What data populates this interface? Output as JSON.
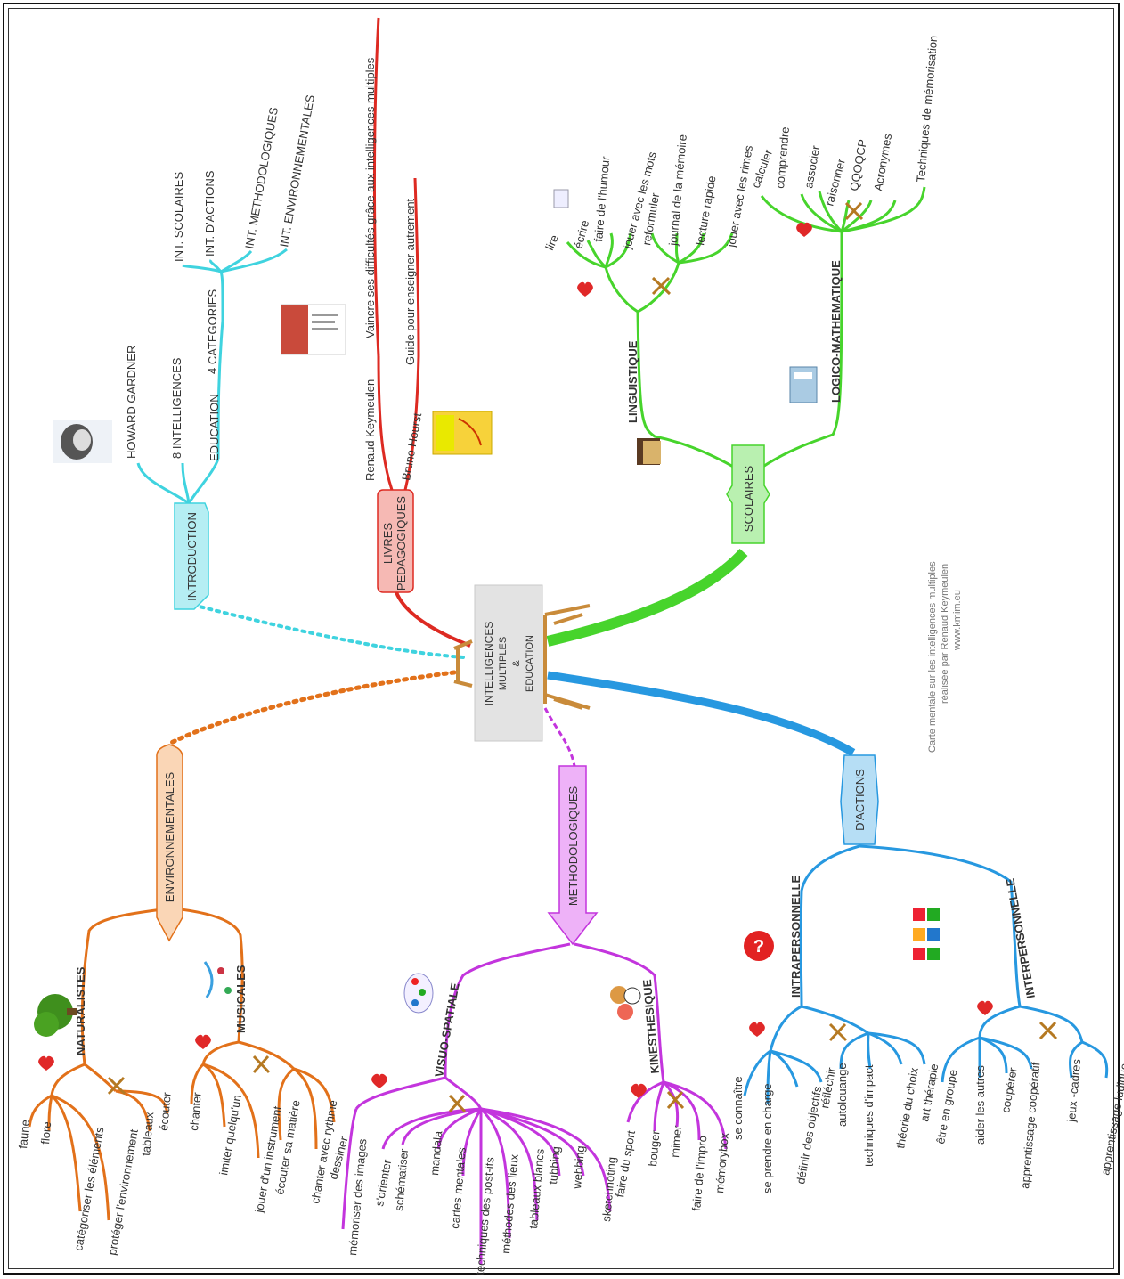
{
  "center": {
    "line1": "INTELLIGENCES",
    "line2": "MULTIPLES",
    "line3": "&",
    "line4": "EDUCATION"
  },
  "colors": {
    "introduction": "#3fd3df",
    "livres": "#dd2a22",
    "scolaires": "#47d42c",
    "actions": "#2798e0",
    "methodologiques": "#c335dd",
    "environnementales": "#e2711a"
  },
  "credit": {
    "line1": "Carte mentale sur les intelligences multiples",
    "line2": "réalisée par Renaud Keymeulen",
    "line3": "www.kmim.eu"
  },
  "introduction": {
    "title": "INTRODUCTION",
    "items": [
      "HOWARD GARDNER",
      "8 INTELLIGENCES",
      "EDUCATION",
      "4 CATEGORIES"
    ],
    "categories": [
      "INT. SCOLAIRES",
      "INT. D'ACTIONS",
      "INT. METHODOLOGIQUES",
      "INT. ENVIRONNEMENTALES"
    ]
  },
  "livres": {
    "title1": "LIVRES",
    "title2": "PEDAGOGIQUES",
    "authors": [
      "Renaud Keymeulen",
      "Bruno Hourst"
    ],
    "book1": "Vaincre ses difficultés grâce aux intelligences multiples",
    "book2": "Guide pour enseigner autrement"
  },
  "scolaires": {
    "title": "SCOLAIRES",
    "linguistique": {
      "title": "LINGUISTIQUE",
      "items": [
        "lire",
        "écrire",
        "faire de l'humour",
        "jouer avec les mots",
        "reformuler",
        "journal de la mémoire",
        "lecture rapide",
        "jouer avec les rimes"
      ]
    },
    "logico": {
      "title": "LOGICO-MATHEMATIQUE",
      "items": [
        "calculer",
        "comprendre",
        "associer",
        "raisonner",
        "QQOQCP",
        "Acronymes",
        "Techniques de mémorisation"
      ]
    }
  },
  "actions": {
    "title": "D'ACTIONS",
    "intra": {
      "title": "INTRAPERSONNELLE",
      "items": [
        "se connaître",
        "se prendre en charge",
        "définir des objectifs",
        "réfléchir",
        "autolouange",
        "techniques d'impact",
        "théorie du choix",
        "art thérapie"
      ]
    },
    "inter": {
      "title": "INTERPERSONNELLE",
      "items": [
        "être en groupe",
        "aider les autres",
        "coopérer",
        "apprentissage coopératif",
        "jeux -cadres",
        "apprentissage ludique"
      ]
    }
  },
  "methodologiques": {
    "title": "METHODOLOGIQUES",
    "visuo": {
      "title": "VISUO-SPATIALE",
      "items": [
        "dessiner",
        "mémoriser des images",
        "s'orienter",
        "schématiser",
        "mandala",
        "cartes mentales",
        "techniques des post-its",
        "méthodes des lieux",
        "tableaux blancs",
        "tubbing",
        "webbing",
        "sketchnoting"
      ]
    },
    "kines": {
      "title": "KINESTHESIQUE",
      "items": [
        "faire du sport",
        "bouger",
        "mimer",
        "faire de l'impro",
        "mémorybox"
      ]
    }
  },
  "environnementales": {
    "title": "ENVIRONNEMENTALES",
    "naturalistes": {
      "title": "NATURALISTES",
      "items": [
        "faune",
        "flore",
        "catégoriser les éléments",
        "protéger l'environnement",
        "tableaux",
        "écouter"
      ]
    },
    "musicales": {
      "title": "MUSICALES",
      "items": [
        "chanter",
        "imiter quelqu'un",
        "jouer d'un instrument",
        "écouter sa matière",
        "chanter avec rythme"
      ]
    }
  }
}
